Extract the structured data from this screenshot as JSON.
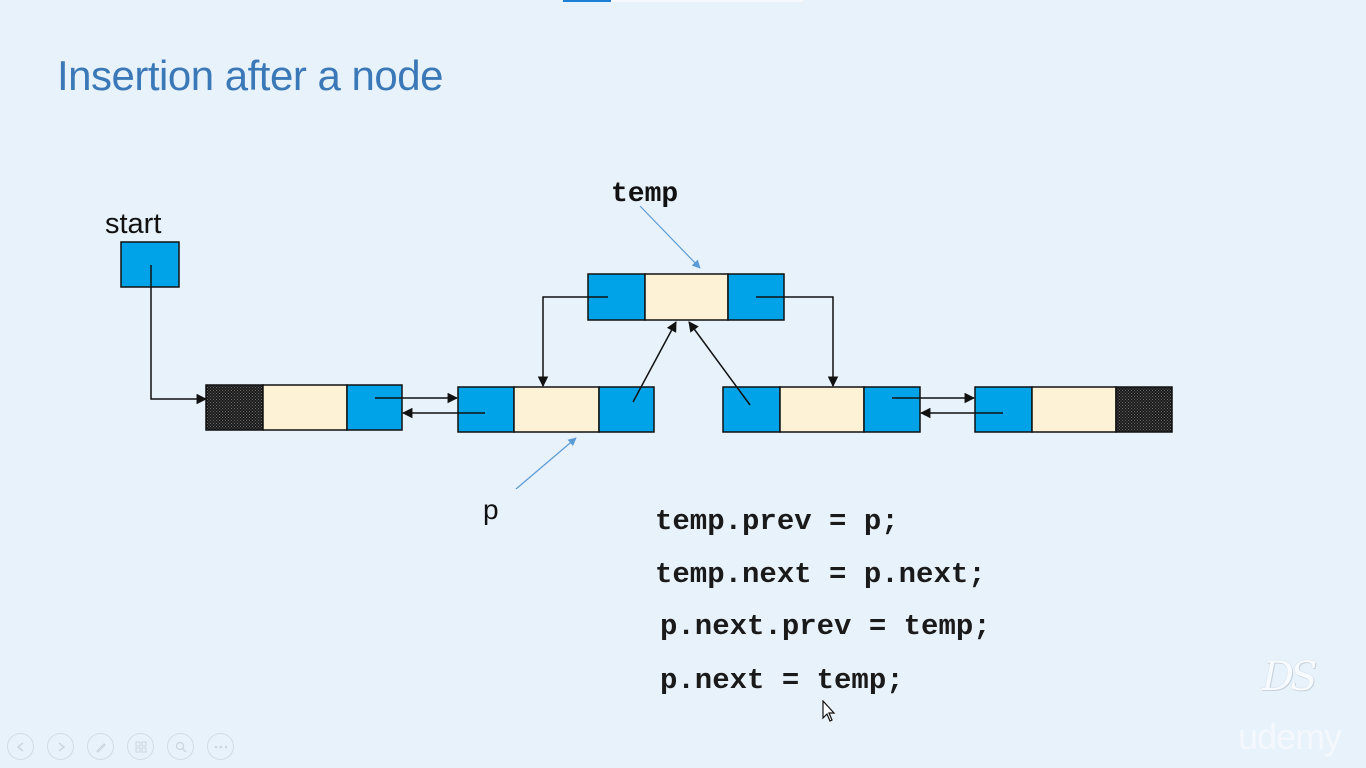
{
  "slide": {
    "title": "Insertion after a node"
  },
  "diagram": {
    "label_start": "start",
    "label_temp": "temp",
    "label_p": "p"
  },
  "code_lines": [
    "temp.prev = p;",
    "temp.next = p.next;",
    "p.next.prev = temp;",
    "p.next = temp;"
  ],
  "branding": {
    "ds_logo": "DS",
    "udemy_logo": "udemy"
  },
  "controls": {
    "icons": [
      "previous-icon",
      "next-icon",
      "pen-icon",
      "slides-icon",
      "zoom-icon",
      "more-icon"
    ]
  },
  "colors": {
    "title": "#3a78b8",
    "pointer_cell": "#00a2e8",
    "data_cell": "#fdf1d6",
    "null_cell": "#222222",
    "hint_arrow": "#5b9bd5"
  }
}
